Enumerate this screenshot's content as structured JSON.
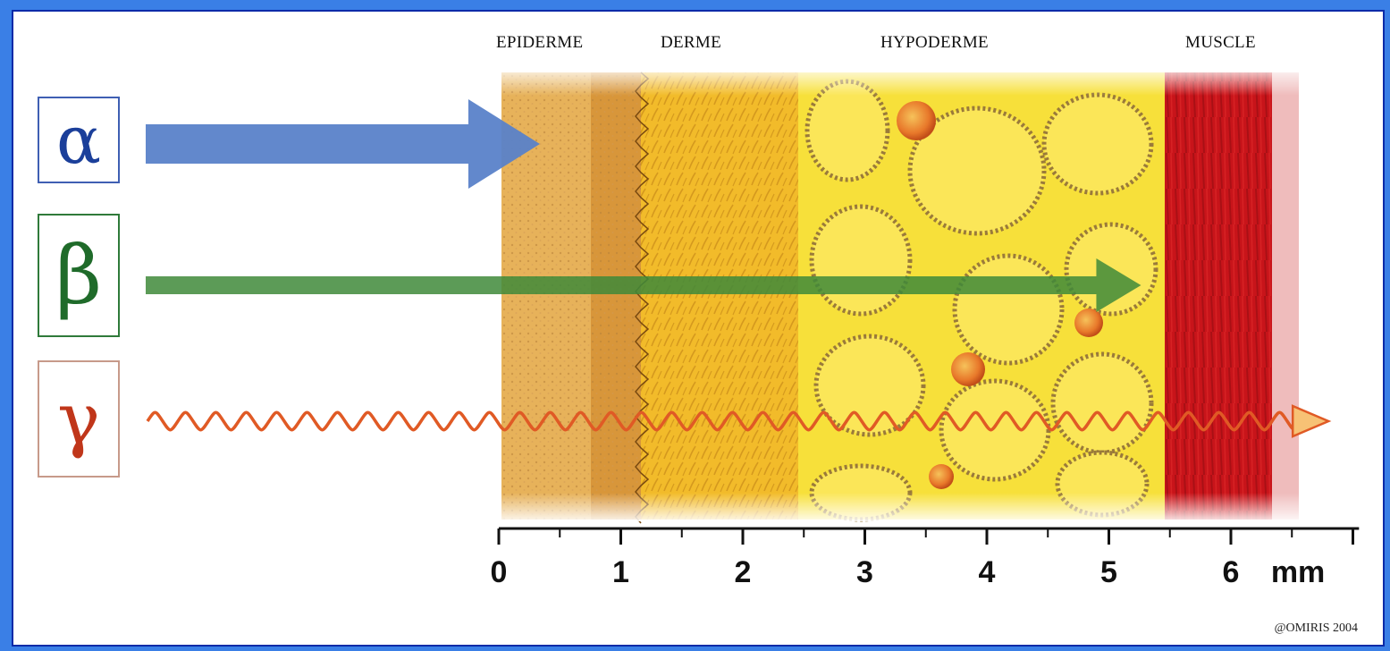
{
  "layers": [
    {
      "id": "epiderme",
      "label": "EPIDERME",
      "color": "#e7b25a"
    },
    {
      "id": "derme",
      "label": "DERME",
      "color": "#f2bb2a"
    },
    {
      "id": "hypoderme",
      "label": "HYPODERME",
      "color": "#f7e03a"
    },
    {
      "id": "muscle",
      "label": "MUSCLE",
      "color": "#c8141a"
    }
  ],
  "radiations": [
    {
      "id": "alpha",
      "symbol": "α",
      "color": "#1b3f9a",
      "arrow_color": "#5a82c9",
      "penetration_mm": 0.3
    },
    {
      "id": "beta",
      "symbol": "β",
      "color": "#1f6b2a",
      "arrow_color": "#3f8a3a",
      "penetration_mm": 5.3
    },
    {
      "id": "gamma",
      "symbol": "γ",
      "color": "#c0361a",
      "arrow_color": "#e05a25",
      "penetration_mm": 6.8
    }
  ],
  "axis": {
    "ticks": [
      "0",
      "1",
      "2",
      "3",
      "4",
      "5",
      "6"
    ],
    "unit": "mm"
  },
  "credit": "@OMIRIS 2004"
}
